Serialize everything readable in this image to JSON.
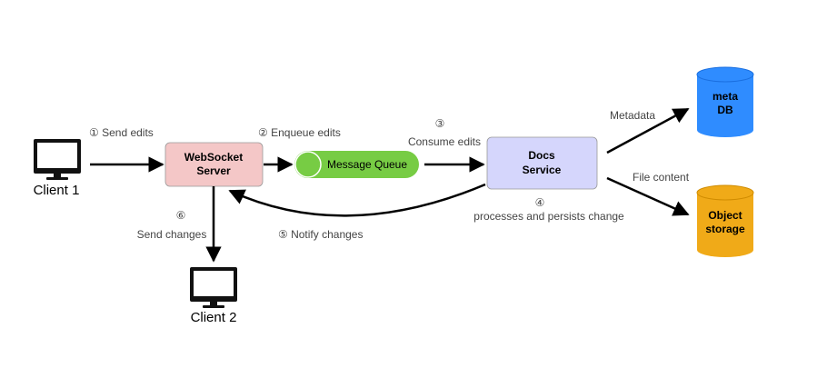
{
  "clients": {
    "client1": "Client 1",
    "client2": "Client 2"
  },
  "nodes": {
    "websocket": {
      "line1": "WebSocket",
      "line2": "Server",
      "fill": "#f4c7c7"
    },
    "queue": {
      "label": "Message Queue",
      "fill": "#77cc44"
    },
    "docs": {
      "line1": "Docs",
      "line2": "Service",
      "fill": "#d5d6fc"
    },
    "metadb": {
      "line1": "meta",
      "line2": "DB",
      "fill": "#2f8cff"
    },
    "objstore": {
      "line1": "Object",
      "line2": "storage",
      "fill": "#f0aa18"
    }
  },
  "edges": {
    "step1": "① Send edits",
    "step2": "② Enqueue edits",
    "step3_num": "③",
    "step3_text": "Consume edits",
    "step4_num": "④",
    "step4_text": "processes and persists change",
    "step5": "⑤   Notify changes",
    "step6_num": "⑥",
    "step6_text": "Send changes",
    "metadata": "Metadata",
    "file_content": "File content"
  }
}
